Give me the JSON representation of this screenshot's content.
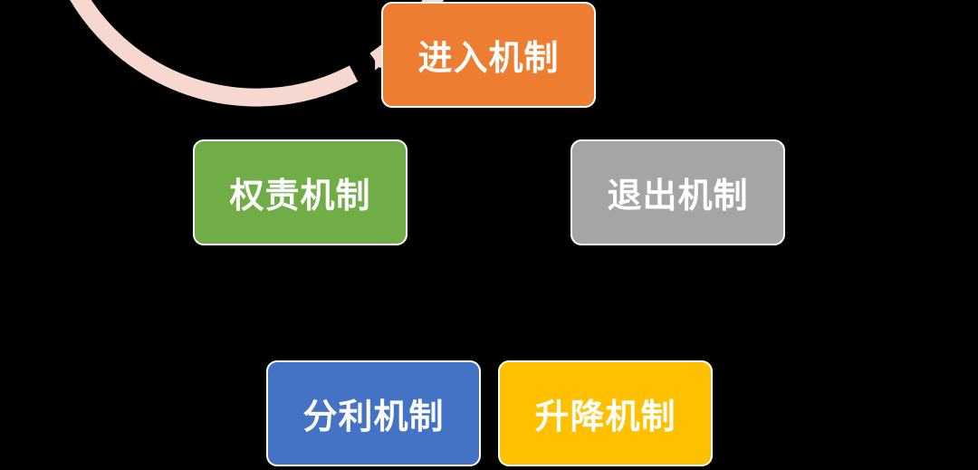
{
  "colors": {
    "background": "#000000",
    "ring": "#f6d8d0",
    "node_border": "#ffffff",
    "node_text": "#ffffff"
  },
  "nodes": [
    {
      "label": "进入机制",
      "color": "#ed7d31"
    },
    {
      "label": "退出机制",
      "color": "#a5a5a5"
    },
    {
      "label": "升降机制",
      "color": "#ffc000"
    },
    {
      "label": "分利机制",
      "color": "#4472c4"
    },
    {
      "label": "权责机制",
      "color": "#70ad47"
    }
  ],
  "connector": {
    "style": "circular-cycle",
    "arrowhead": "into 进入机制",
    "icon": "arrow-icon"
  }
}
